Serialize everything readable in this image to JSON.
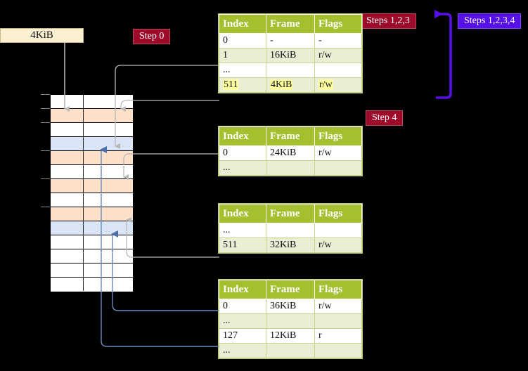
{
  "labels": {
    "kib_box": "4KiB",
    "step0": "Step 0",
    "step4": "Step 4",
    "steps123": "Steps 1,2,3",
    "steps1234": "Steps 1,2,3,4"
  },
  "colors": {
    "badge_red": "#9e0b2a",
    "badge_blue": "#5611e8",
    "table_header_green": "#a4c02f",
    "table_alt_row": "#e9eed4",
    "highlight_yellow": "#ffffa0",
    "grid_orange": "#fde0c8",
    "grid_blue": "#d9e5f5",
    "kib_box_bg": "#fcf0d2",
    "arrow_gray": "#b0b0b0",
    "arrow_blue": "#6a8cbf",
    "bracket_arrow": "#5611e8"
  },
  "tables": [
    {
      "id": "pml4",
      "headers": [
        "Index",
        "Frame",
        "Flags"
      ],
      "rows": [
        {
          "style": "plain",
          "cells": [
            "0",
            "-",
            "-"
          ],
          "highlight": [
            false,
            false,
            false
          ]
        },
        {
          "style": "alt",
          "cells": [
            "1",
            "16KiB",
            "r/w"
          ],
          "highlight": [
            false,
            false,
            false
          ]
        },
        {
          "style": "plain",
          "cells": [
            "...",
            "",
            ""
          ],
          "highlight": [
            false,
            false,
            false
          ]
        },
        {
          "style": "alt",
          "cells": [
            "511",
            "4KiB",
            "r/w"
          ],
          "highlight": [
            true,
            true,
            true
          ]
        }
      ]
    },
    {
      "id": "pdpt",
      "headers": [
        "Index",
        "Frame",
        "Flags"
      ],
      "rows": [
        {
          "style": "plain",
          "cells": [
            "0",
            "24KiB",
            "r/w"
          ],
          "highlight": [
            false,
            false,
            false
          ]
        },
        {
          "style": "alt",
          "cells": [
            "...",
            "",
            ""
          ],
          "highlight": [
            false,
            false,
            false
          ]
        }
      ]
    },
    {
      "id": "pd",
      "headers": [
        "Index",
        "Frame",
        "Flags"
      ],
      "rows": [
        {
          "style": "plain",
          "cells": [
            "...",
            "",
            ""
          ],
          "highlight": [
            false,
            false,
            false
          ]
        },
        {
          "style": "alt",
          "cells": [
            "511",
            "32KiB",
            "r/w"
          ],
          "highlight": [
            false,
            false,
            false
          ]
        }
      ]
    },
    {
      "id": "pt",
      "headers": [
        "Index",
        "Frame",
        "Flags"
      ],
      "rows": [
        {
          "style": "plain",
          "cells": [
            "0",
            "36KiB",
            "r/w"
          ],
          "highlight": [
            false,
            false,
            false
          ]
        },
        {
          "style": "alt",
          "cells": [
            "...",
            "",
            ""
          ],
          "highlight": [
            false,
            false,
            false
          ]
        },
        {
          "style": "plain",
          "cells": [
            "127",
            "12KiB",
            "r"
          ],
          "highlight": [
            false,
            false,
            false
          ]
        },
        {
          "style": "alt",
          "cells": [
            "...",
            "",
            ""
          ],
          "highlight": [
            false,
            false,
            false
          ]
        }
      ]
    }
  ],
  "memory_grid": {
    "rows": [
      {
        "fill": "white"
      },
      {
        "fill": "orange"
      },
      {
        "fill": "white"
      },
      {
        "fill": "blue"
      },
      {
        "fill": "orange"
      },
      {
        "fill": "white"
      },
      {
        "fill": "orange"
      },
      {
        "fill": "white"
      },
      {
        "fill": "orange"
      },
      {
        "fill": "blue"
      },
      {
        "fill": "white"
      },
      {
        "fill": "white"
      },
      {
        "fill": "white"
      },
      {
        "fill": "white"
      }
    ]
  }
}
